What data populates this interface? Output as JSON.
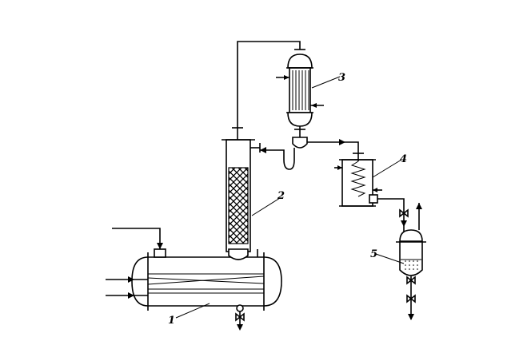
{
  "diagram": {
    "labels": {
      "still": "1",
      "column": "2",
      "condenser": "3",
      "cooler": "4",
      "receiver": "5"
    }
  }
}
